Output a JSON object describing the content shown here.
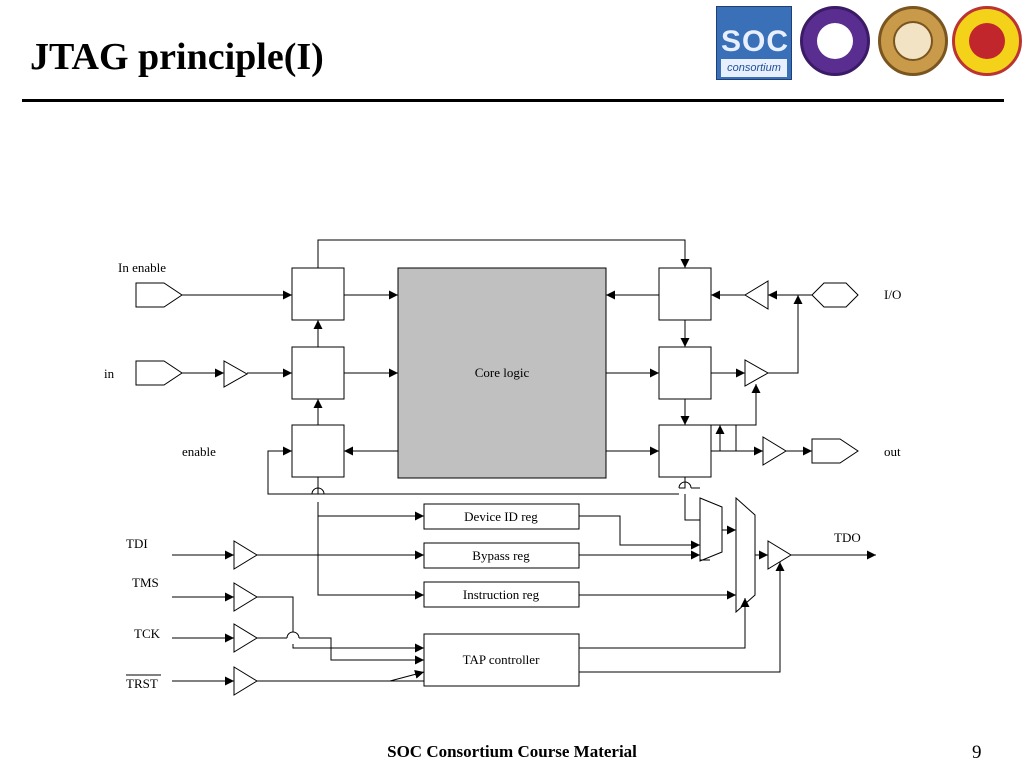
{
  "slide": {
    "title": "JTAG principle(I)",
    "footer": "SOC Consortium Course Material",
    "page_number": "9"
  },
  "logos": {
    "soc_text": "SOC",
    "soc_sub": "consortium"
  },
  "diagram": {
    "core_logic": "Core logic",
    "device_id_reg": "Device ID reg",
    "bypass_reg": "Bypass reg",
    "instruction_reg": "Instruction reg",
    "tap_controller": "TAP controller",
    "in_enable": "In enable",
    "in": "in",
    "enable": "enable",
    "io": "I/O",
    "out": "out",
    "tdi": "TDI",
    "tms": "TMS",
    "tck": "TCK",
    "trst": "TRST",
    "tdo": "TDO"
  },
  "colors": {
    "core_fill": "#c0c0c0",
    "line": "#000000"
  }
}
